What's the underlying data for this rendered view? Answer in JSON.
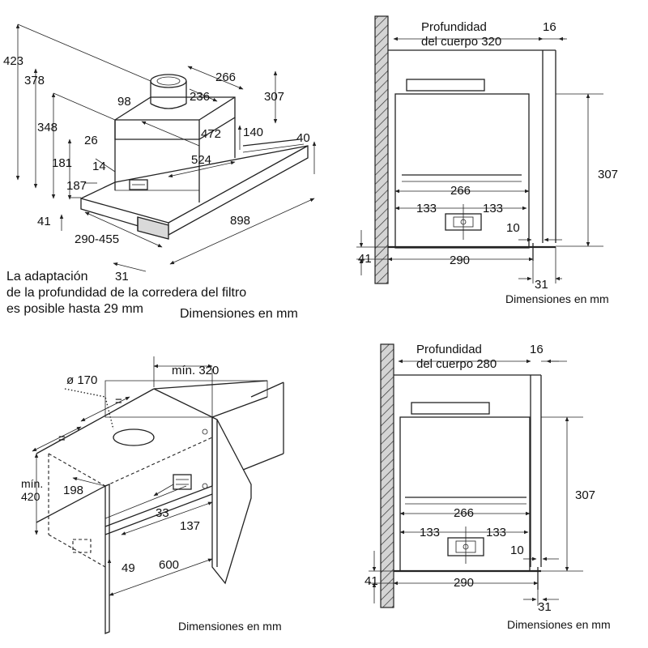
{
  "top_left": {
    "dims": {
      "d423": "423",
      "d378": "378",
      "d348": "348",
      "d181": "181",
      "d187": "187",
      "d41": "41",
      "d26": "26",
      "d14": "14",
      "d98": "98",
      "d266": "266",
      "d236": "236",
      "d307": "307",
      "d472": "472",
      "d140": "140",
      "d40": "40",
      "d524": "524",
      "d898": "898",
      "d290_455": "290-455",
      "d31": "31"
    },
    "note_lines": [
      "La adaptación",
      "de la profundidad de la corredera del filtro",
      "es posible hasta 29 mm"
    ],
    "caption": "Dimensiones en mm"
  },
  "top_right": {
    "depth_label_1": "Profundidad",
    "depth_label_2": "del cuerpo 320",
    "dims": {
      "d16": "16",
      "d307": "307",
      "d266": "266",
      "d133a": "133",
      "d133b": "133",
      "d10": "10",
      "d41": "41",
      "d290": "290",
      "d31": "31"
    },
    "caption": "Dimensiones en mm"
  },
  "bottom_left": {
    "dims": {
      "d170": "ø 170",
      "d320": "mín. 320",
      "eq1": "=",
      "eq2": "=",
      "d420a": "mín.",
      "d420b": "420",
      "d198": "198",
      "d33": "33",
      "d137": "137",
      "d49": "49",
      "d600": "600"
    },
    "caption": "Dimensiones en mm"
  },
  "bottom_right": {
    "depth_label_1": "Profundidad",
    "depth_label_2": "del cuerpo 280",
    "dims": {
      "d16": "16",
      "d307": "307",
      "d266": "266",
      "d133a": "133",
      "d133b": "133",
      "d10": "10",
      "d41": "41",
      "d290": "290",
      "d31": "31"
    },
    "caption": "Dimensiones en mm"
  }
}
